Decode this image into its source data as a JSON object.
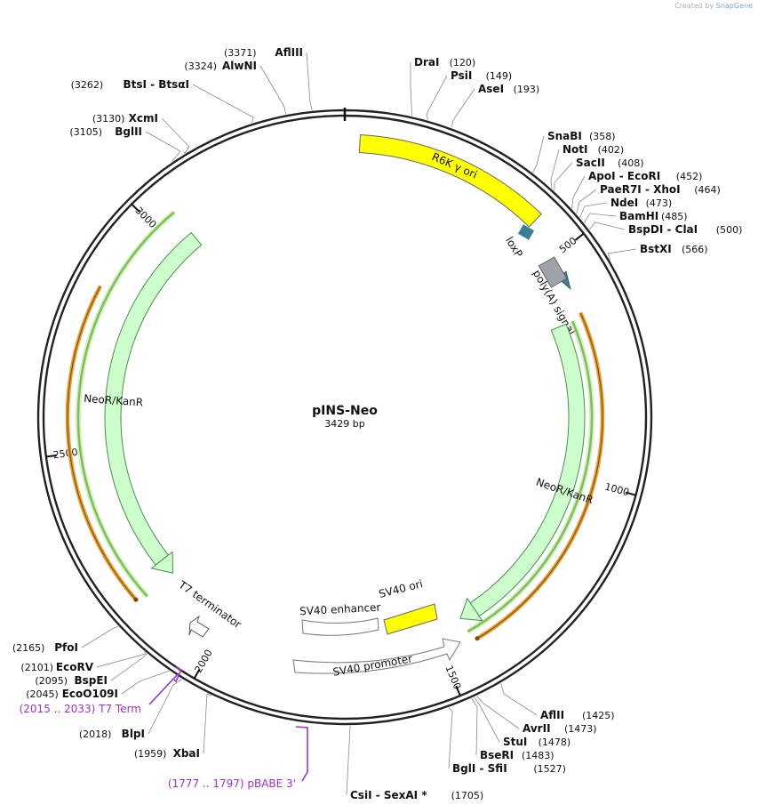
{
  "credit": {
    "prefix": "Created by",
    "brand": "SnapGene"
  },
  "plasmid": {
    "name": "pINS-Neo",
    "length_label": "3429 bp",
    "length": 3429
  },
  "ticks": [
    {
      "pos": 500,
      "label": "500"
    },
    {
      "pos": 1000,
      "label": "1000"
    },
    {
      "pos": 1500,
      "label": "1500"
    },
    {
      "pos": 2000,
      "label": "2000"
    },
    {
      "pos": 2500,
      "label": "2500"
    },
    {
      "pos": 3000,
      "label": "3000"
    }
  ],
  "sites": [
    {
      "pos": 120,
      "name": "DraI",
      "pos_label": "(120)"
    },
    {
      "pos": 149,
      "name": "PsiI",
      "pos_label": "(149)"
    },
    {
      "pos": 193,
      "name": "AseI",
      "pos_label": "(193)"
    },
    {
      "pos": 358,
      "name": "SnaBI",
      "pos_label": "(358)"
    },
    {
      "pos": 402,
      "name": "NotI",
      "pos_label": "(402)"
    },
    {
      "pos": 408,
      "name": "SacII",
      "pos_label": "(408)"
    },
    {
      "pos": 452,
      "name": "ApoI - EcoRI",
      "pos_label": "(452)"
    },
    {
      "pos": 464,
      "name": "PaeR7I - XhoI",
      "pos_label": "(464)"
    },
    {
      "pos": 473,
      "name": "NdeI",
      "pos_label": "(473)"
    },
    {
      "pos": 485,
      "name": "BamHI",
      "pos_label": "(485)"
    },
    {
      "pos": 500,
      "name": "BspDI - ClaI",
      "pos_label": "(500)"
    },
    {
      "pos": 566,
      "name": "BstXI",
      "pos_label": "(566)"
    },
    {
      "pos": 1425,
      "name": "AflII",
      "pos_label": "(1425)"
    },
    {
      "pos": 1473,
      "name": "AvrII",
      "pos_label": "(1473)"
    },
    {
      "pos": 1478,
      "name": "StuI",
      "pos_label": "(1478)"
    },
    {
      "pos": 1483,
      "name": "BseRI",
      "pos_label": "(1483)"
    },
    {
      "pos": 1527,
      "name": "BglI - SfiI",
      "pos_label": "(1527)"
    },
    {
      "pos": 1705,
      "name": "CsiI - SexAI *",
      "pos_label": "(1705)"
    },
    {
      "pos": 1959,
      "name": "XbaI",
      "pos_label": "(1959)"
    },
    {
      "pos": 2018,
      "name": "BlpI",
      "pos_label": "(2018)"
    },
    {
      "pos": 2045,
      "name": "EcoO109I",
      "pos_label": "(2045)"
    },
    {
      "pos": 2095,
      "name": "BspEI",
      "pos_label": "(2095)"
    },
    {
      "pos": 2101,
      "name": "EcoRV",
      "pos_label": "(2101)"
    },
    {
      "pos": 2165,
      "name": "PfoI",
      "pos_label": "(2165)"
    },
    {
      "pos": 3105,
      "name": "BglII",
      "pos_label": "(3105)"
    },
    {
      "pos": 3130,
      "name": "XcmI",
      "pos_label": "(3130)"
    },
    {
      "pos": 3262,
      "name": "BtsI - BtsαI",
      "pos_label": "(3262)"
    },
    {
      "pos": 3324,
      "name": "AlwNI",
      "pos_label": "(3324)"
    },
    {
      "pos": 3371,
      "name": "AflIII",
      "pos_label": "(3371)"
    }
  ],
  "primers": [
    {
      "name": "T7 Term",
      "range_label": "(2015 .. 2033)",
      "start": 2015,
      "end": 2033
    },
    {
      "name": "pBABE 3'",
      "range_label": "(1777 .. 1797)",
      "start": 1777,
      "end": 1797
    }
  ],
  "features": [
    {
      "name": "R6K γ ori",
      "start": 30,
      "end": 420,
      "color": "#ffff00",
      "kind": "box"
    },
    {
      "name": "loxP",
      "start": 540,
      "end": 575,
      "color": "#3a8095",
      "kind": "arrow"
    },
    {
      "name": "poly(A) signal",
      "start": 610,
      "end": 660,
      "color": "#9da3a8",
      "kind": "box"
    },
    {
      "name": "NeoR/KanR",
      "start": 640,
      "end": 1430,
      "color": "#ccffcc",
      "kind": "arrow-cw"
    },
    {
      "name": "SV40 ori",
      "start": 1560,
      "end": 1700,
      "color": "#ffff00",
      "kind": "box"
    },
    {
      "name": "SV40 enhancer",
      "start": 1730,
      "end": 1900,
      "color": "#ffffff",
      "kind": "box"
    },
    {
      "name": "SV40 promoter",
      "start": 1540,
      "end": 1860,
      "color": "#ffffff",
      "kind": "arrow-cw"
    },
    {
      "name": "T7 terminator",
      "start": 2010,
      "end": 2060,
      "color": "#ffffff",
      "kind": "arrow"
    },
    {
      "name": "NeoR/KanR",
      "start": 2170,
      "end": 3050,
      "color": "#ccffcc",
      "kind": "arrow-ccw"
    }
  ],
  "orfs": [
    {
      "start": 630,
      "end": 1420,
      "color": "#e89b2a",
      "dir": "cw"
    },
    {
      "start": 2180,
      "end": 2840,
      "color": "#e89b2a",
      "dir": "ccw"
    }
  ],
  "colors": {
    "backbone": "#222222",
    "feature_yellow": "#ffff00",
    "neo": "#ccffcc",
    "orf": "#e89b2a",
    "primer": "#9933cc"
  }
}
